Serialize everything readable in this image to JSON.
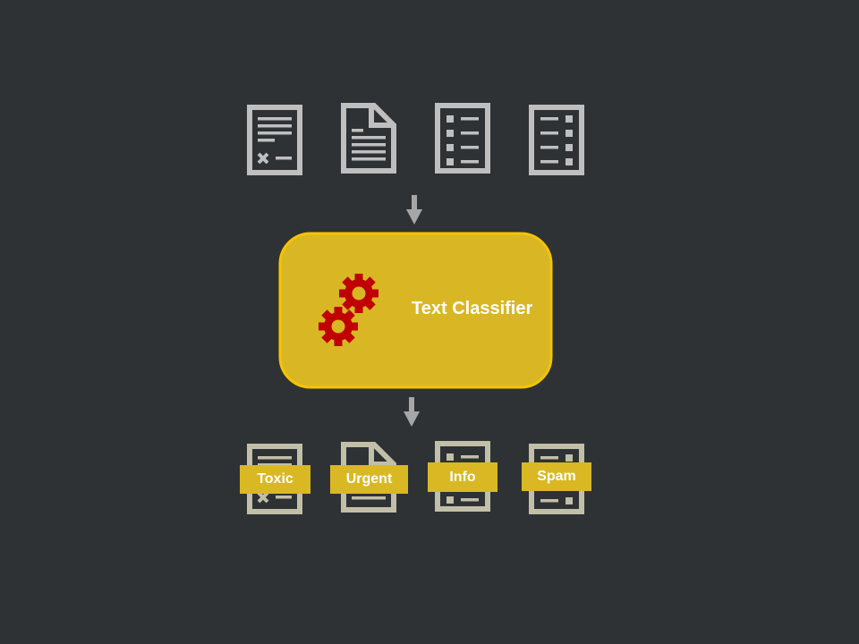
{
  "classifier": {
    "title": "Text Classifier"
  },
  "inputs": [
    "document-form-icon",
    "document-page-icon",
    "document-list-icon",
    "document-checklist-icon"
  ],
  "outputs": [
    {
      "label": "Toxic"
    },
    {
      "label": "Urgent"
    },
    {
      "label": "Info"
    },
    {
      "label": "Spam"
    }
  ],
  "colors": {
    "background": "#2e3235",
    "icon": "#bfbfbf",
    "box": "#d9b724",
    "box_border": "#f5c400",
    "gear": "#c00000",
    "label": "#d9b824"
  }
}
